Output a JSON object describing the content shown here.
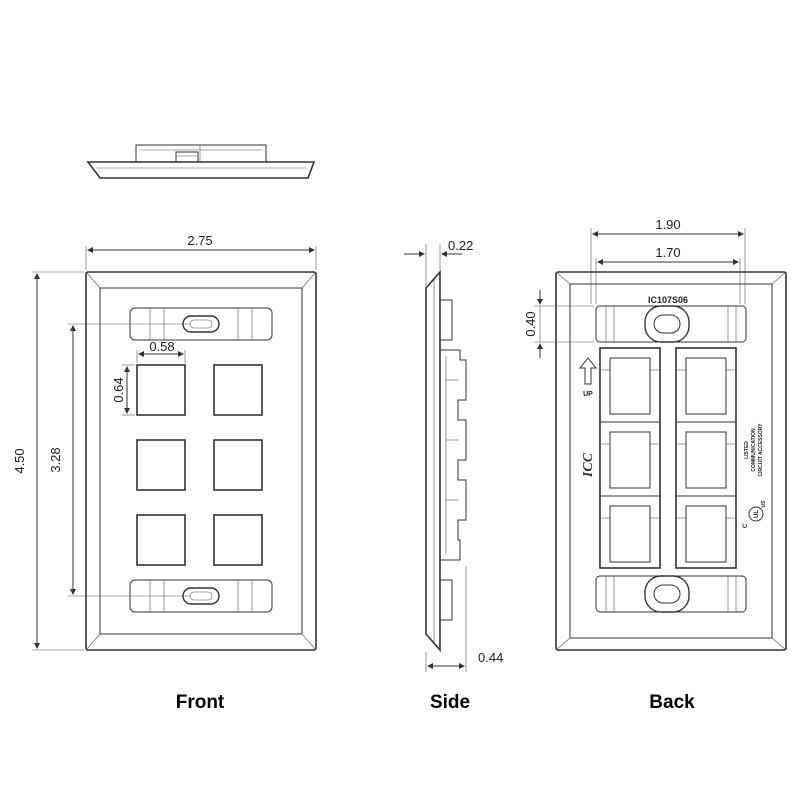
{
  "views": {
    "front_label": "Front",
    "side_label": "Side",
    "back_label": "Back"
  },
  "dimensions": {
    "front_width": "2.75",
    "front_height": "4.50",
    "front_screw_spacing": "3.28",
    "port_width": "0.58",
    "port_height": "0.64",
    "side_thickness": "0.22",
    "side_depth": "0.44",
    "back_outer_width": "1.90",
    "back_inner_width": "1.70",
    "back_tab_height": "0.40"
  },
  "back_markings": {
    "part_number": "IC107S06",
    "direction": "UP",
    "listing_line1": "LISTED",
    "listing_line2": "COMMUNICATION",
    "listing_line3": "CIRCUIT ACCESSORY",
    "logo": "ICC",
    "ul_mark": "UL",
    "ul_c": "C",
    "ul_us": "US"
  }
}
